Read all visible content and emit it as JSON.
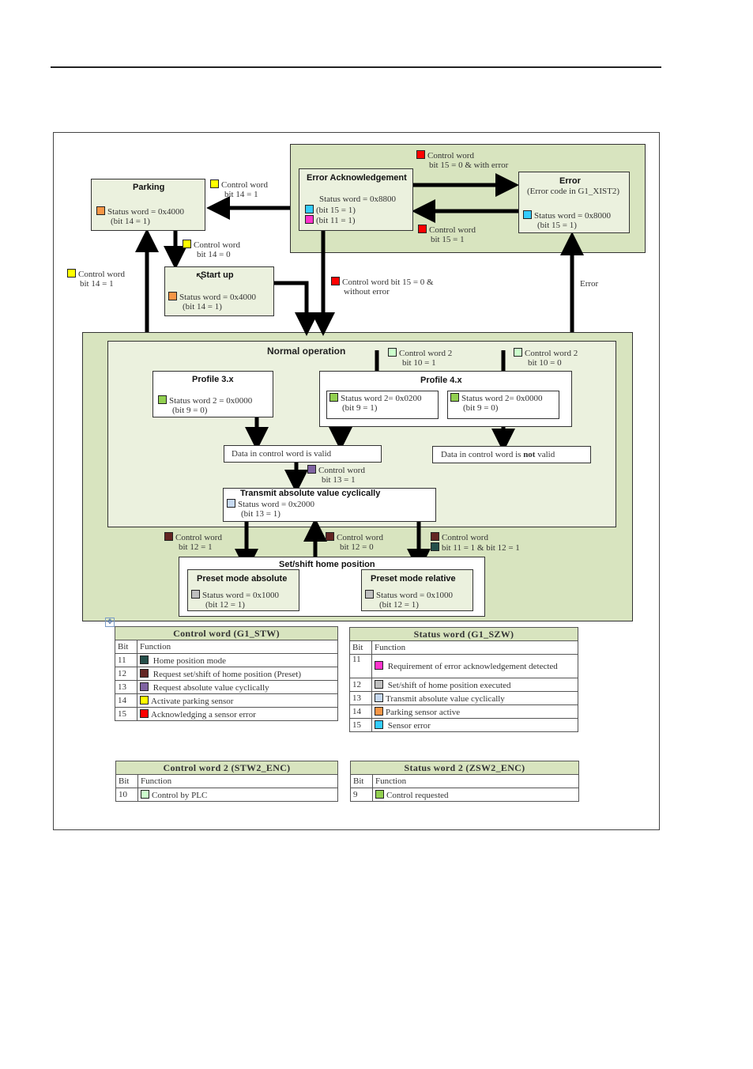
{
  "colors": {
    "yellow": "#ffff00",
    "red": "#ff0000",
    "orange": "#f79646",
    "cyan": "#33ccff",
    "magenta": "#ff33cc",
    "lightgreen": "#ccffcc",
    "green": "#92d050",
    "purple": "#8064a2",
    "lightblue": "#c6d9f1",
    "gray": "#bfbfbf",
    "brown": "#632523",
    "darkteal": "#254f4a"
  },
  "states": {
    "parking": {
      "title": "Parking",
      "status": "Status word = 0x4000",
      "bit": "(bit 14 = 1)"
    },
    "startup": {
      "title": "Start up",
      "status": "Status word = 0x4000",
      "bit": "(bit 14 = 1)"
    },
    "erroracknowledgement": {
      "title": "Error Acknowledgement",
      "status": "Status word = 0x8800",
      "bit1": "(bit 15 = 1)",
      "bit2": "(bit 11 = 1)"
    },
    "error": {
      "title": "Error",
      "subtitle": "(Error code in G1_XIST2)",
      "status": "Status word = 0x8000",
      "bit": "(bit 15 = 1)"
    },
    "normal": {
      "title": "Normal operation"
    },
    "profile3": {
      "title": "Profile 3.x",
      "status": "Status word 2 = 0x0000",
      "bit": "(bit 9 = 0)"
    },
    "profile4": {
      "title": "Profile 4.x",
      "a_status": "Status word 2= 0x0200",
      "a_bit": "(bit 9 = 1)",
      "b_status": "Status word 2= 0x0000",
      "b_bit": "(bit 9 = 0)"
    },
    "valid": "Data in control word is valid",
    "notvalid_pre": "Data in control word is ",
    "notvalid_bold": "not",
    "notvalid_post": " valid",
    "transmit": {
      "title": "Transmit absolute value cyclically",
      "status": "Status word = 0x2000",
      "bit": "(bit 13 = 1)"
    },
    "sethome": {
      "title": "Set/shift home position"
    },
    "presetabs": {
      "title": "Preset mode absolute",
      "status": "Status word = 0x1000",
      "bit": "(bit 12 = 1)"
    },
    "presetrel": {
      "title": "Preset mode relative",
      "status": "Status word = 0x1000",
      "bit": "(bit 12 = 1)"
    }
  },
  "transitions": {
    "t1": {
      "l1": "Control word",
      "l2": "bit 15 = 0 & with error"
    },
    "t2": {
      "l1": "Control word",
      "l2": "bit 14 = 1"
    },
    "t3": {
      "l1": "Control word",
      "l2": "bit 15 = 1"
    },
    "t4": {
      "l1": "Control word",
      "l2": "bit 14 = 0"
    },
    "t5": {
      "l1": "Control word",
      "l2": "bit 14 = 1"
    },
    "t6": {
      "l1": "Control word bit 15 = 0 &",
      "l2": "without error"
    },
    "t7": "Error",
    "t8": {
      "l1": "Control word 2",
      "l2": "bit 10 = 1"
    },
    "t9": {
      "l1": "Control word 2",
      "l2": "bit 10 = 0"
    },
    "t10": {
      "l1": "Control word",
      "l2": "bit 13 = 1"
    },
    "t11": {
      "l1": "Control word",
      "l2": "bit 12 = 1"
    },
    "t12": {
      "l1": "Control word",
      "l2": "bit 12 = 0"
    },
    "t13": {
      "l1": "Control word",
      "l2": "bit 11 = 1 & bit 12 = 1"
    }
  },
  "tables": {
    "stw": {
      "title": "Control word (G1_STW)",
      "h_bit": "Bit",
      "h_func": "Function",
      "rows": [
        {
          "bit": "11",
          "func": "Home position mode",
          "color": "darkteal"
        },
        {
          "bit": "12",
          "func": "Request set/shift of home position (Preset)",
          "color": "brown"
        },
        {
          "bit": "13",
          "func": "Request absolute value cyclically",
          "color": "purple"
        },
        {
          "bit": "14",
          "func": "Activate parking sensor",
          "color": "yellow"
        },
        {
          "bit": "15",
          "func": "Acknowledging a sensor error",
          "color": "red"
        }
      ]
    },
    "szw": {
      "title": "Status word (G1_SZW)",
      "h_bit": "Bit",
      "h_func": "Function",
      "rows": [
        {
          "bit": "11",
          "func": "Requirement of error acknowledgement detected",
          "color": "magenta"
        },
        {
          "bit": "12",
          "func": "Set/shift of home position executed",
          "color": "gray"
        },
        {
          "bit": "13",
          "func": "Transmit absolute value cyclically",
          "color": "lightblue"
        },
        {
          "bit": "14",
          "func": "Parking sensor active",
          "color": "orange"
        },
        {
          "bit": "15",
          "func": "Sensor error",
          "color": "cyan"
        }
      ]
    },
    "stw2": {
      "title": "Control word 2 (STW2_ENC)",
      "h_bit": "Bit",
      "h_func": "Function",
      "rows": [
        {
          "bit": "10",
          "func": "Control by PLC",
          "color": "lightgreen"
        }
      ]
    },
    "zsw2": {
      "title": "Status word 2 (ZSW2_ENC)",
      "h_bit": "Bit",
      "h_func": "Function",
      "rows": [
        {
          "bit": "9",
          "func": "Control requested",
          "color": "green"
        }
      ]
    }
  }
}
